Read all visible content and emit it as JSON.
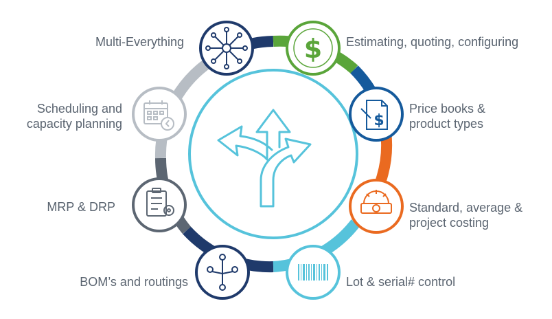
{
  "colors": {
    "navy": "#1f3a6b",
    "blue": "#155a9c",
    "green": "#5aa53a",
    "orange": "#ea6a20",
    "cyan": "#56c3db",
    "gray_light": "#b7bdc4",
    "gray_dark": "#5c6672",
    "center": "#56c3db"
  },
  "center_icon": "diverging-arrows-icon",
  "features": [
    {
      "id": "multi",
      "icon": "network-hub-icon",
      "lines": [
        "Multi-Everything"
      ],
      "color": "#1f3a6b"
    },
    {
      "id": "estimating",
      "icon": "dollar-sign-icon",
      "lines": [
        "Estimating, quoting, configuring"
      ],
      "color": "#5aa53a"
    },
    {
      "id": "pricebooks",
      "icon": "price-document-icon",
      "lines": [
        "Price books &",
        "product types"
      ],
      "color": "#155a9c"
    },
    {
      "id": "costing",
      "icon": "gear-costing-icon",
      "lines": [
        "Standard, average &",
        "project costing"
      ],
      "color": "#ea6a20"
    },
    {
      "id": "lot",
      "icon": "barcode-icon",
      "lines": [
        "Lot & serial# control"
      ],
      "color": "#56c3db"
    },
    {
      "id": "bom",
      "icon": "bom-tree-icon",
      "lines": [
        "BOM’s and routings"
      ],
      "color": "#1f3a6b"
    },
    {
      "id": "mrp",
      "icon": "checklist-gear-icon",
      "lines": [
        "MRP & DRP"
      ],
      "color": "#5c6672"
    },
    {
      "id": "scheduling",
      "icon": "calendar-clock-icon",
      "lines": [
        "Scheduling and",
        "capacity planning"
      ],
      "color": "#b7bdc4"
    }
  ]
}
